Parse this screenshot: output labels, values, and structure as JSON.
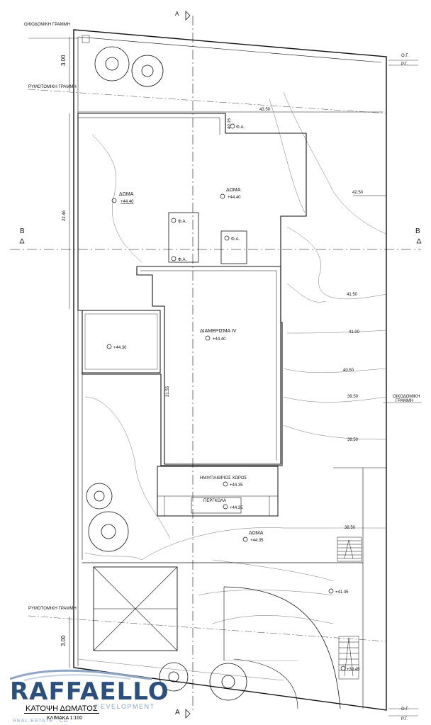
{
  "section_markers": {
    "top_a": "A",
    "bottom_a": "A",
    "left_b": "B",
    "right_b": "B"
  },
  "boundary_labels": {
    "oikodomiki_top": "ΟΙΚΟΔΟΜΙΚΗ ΓΡΑΜΜΗ",
    "rymotomiki_top": "ΡΥΜΟΤΟΜΙΚΗ ΓΡΑΜΜΗ",
    "oikodomiki_right_1": "ΟΙΚΟΔΟΜΙΚΗ",
    "oikodomiki_right_2": "ΓΡΑΜΜΗ",
    "rymotomiki_bottom": "ΡΥΜΟΤΟΜΙΚΗ ΓΡΑΜΜΗ",
    "og_top": "Ο.Γ.",
    "rg_top": "Ρ.Γ.",
    "og_bottom": "Ο.Γ.",
    "rg_bottom": "Ρ.Γ."
  },
  "dimensions": {
    "setback_top": "3.00",
    "setback_bottom": "3.00",
    "width_43_50": "43.50",
    "length_22_46": "22.46",
    "dim_31_55": "31.55",
    "dim_40_15": "40.15"
  },
  "contours": [
    "42.50",
    "41.50",
    "41.00",
    "40.50",
    "39.50",
    "39.50",
    "38.50"
  ],
  "rooms": {
    "doma_left": {
      "label": "ΔΩΜΑ",
      "level": "+44.40"
    },
    "doma_center": {
      "label": "ΔΩΜΑ",
      "level": "+44.40"
    },
    "fa_1": "Φ.Α.",
    "fa_2": "Φ.Α.",
    "fa_3": "Φ.Α.",
    "fa_4": "Φ.Α.",
    "apartment": {
      "label": "ΔΙΑΜΕΡΙΣΜΑ IV",
      "level": "+44.40"
    },
    "left_terrace": {
      "level": "+44.30"
    },
    "semi_open": {
      "label": "ΗΜΙΥΠΑΙΘΡΙΟΣ ΧΩΡΟΣ",
      "level": "+44.35"
    },
    "pergola": {
      "label": "ΠΕΡΓΚΟΛΑ",
      "level": "+44.35"
    },
    "doma_lower": {
      "label": "ΔΩΜΑ",
      "level": "+44.35"
    },
    "level_41_35": "+41.35",
    "level_38_45": "+38.45"
  },
  "logo": {
    "name": "RAFFAELLO",
    "sub": "DEVELOPMENT",
    "sub2": "REAL ESTATE . CO"
  },
  "title": "ΚΑΤΟΨΗ ΔΩΜΑΤΟΣ",
  "scale": "ΚΛΙΜΑΚΑ 1:100"
}
